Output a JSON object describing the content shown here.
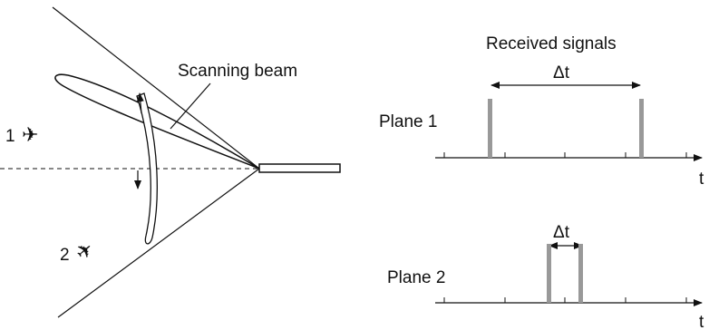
{
  "left_diagram": {
    "beam_label": "Scanning beam",
    "plane1_label": "1",
    "plane2_label": "2",
    "plane_glyph": "✈"
  },
  "right_diagram": {
    "title": "Received signals",
    "top_row": {
      "label": "Plane 1",
      "delta_label": "Δt",
      "axis_label": "t"
    },
    "bottom_row": {
      "label": "Plane 2",
      "delta_label": "Δt",
      "axis_label": "t"
    }
  },
  "colors": {
    "pulse": "#999999",
    "line": "#111111"
  }
}
